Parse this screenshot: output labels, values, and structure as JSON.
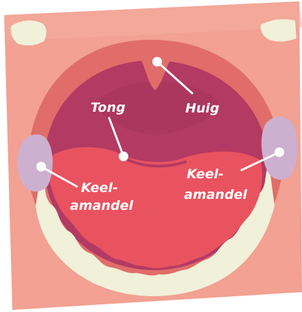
{
  "labels": {
    "huig": "Huig",
    "tong": "Tong",
    "keel_left_line1": "Keel-",
    "keel_left_line2": "amandel",
    "keel_right_line1": "Keel-",
    "keel_right_line2": "amandel"
  },
  "colors": {
    "skin": "#f2a192",
    "lip": "#e06d69",
    "cavity": "#b33a63",
    "tongue": "#e9535f",
    "tonsil": "#cdb0d0",
    "teeth": "#f1f0d9",
    "gum": "#e26a70",
    "line": "#ffffff"
  }
}
